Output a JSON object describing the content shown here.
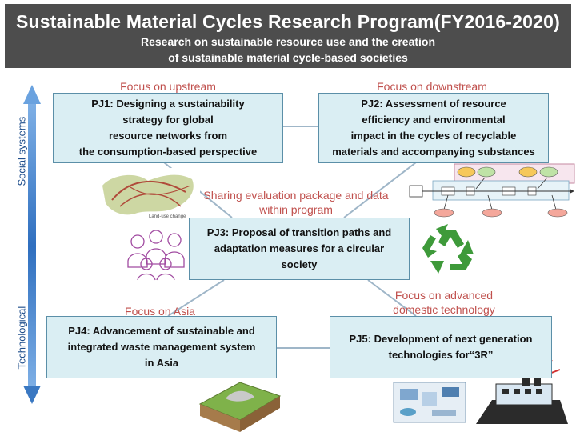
{
  "header": {
    "title": "Sustainable Material Cycles Research Program(FY2016-2020)",
    "subtitle_line1": "Research on sustainable resource use and the creation",
    "subtitle_line2": "of sustainable material cycle-based societies"
  },
  "axis": {
    "top_label": "Social systems",
    "bottom_label": "Technological"
  },
  "focus": {
    "upstream": "Focus on upstream",
    "downstream": "Focus on downstream",
    "asia": "Focus on Asia",
    "advanced_line1": "Focus on advanced",
    "advanced_line2": "domestic technology"
  },
  "sharing": {
    "line1": "Sharing evaluation package and data",
    "line2": "within program"
  },
  "projects": {
    "pj1": [
      "PJ1: Designing a sustainability",
      "strategy for global",
      "resource networks from",
      "the consumption-based  perspective"
    ],
    "pj2": [
      "PJ2: Assessment of resource",
      "efficiency and environmental",
      "impact in the cycles of recyclable",
      "materials and accompanying substances"
    ],
    "pj3": [
      "PJ3: Proposal of transition paths and",
      "adaptation  measures for a circular",
      "society"
    ],
    "pj4": [
      "PJ4: Advancement of sustainable and",
      "integrated waste management system",
      "in Asia"
    ],
    "pj5": [
      "PJ5: Development of next generation",
      "technologies for“3R”"
    ]
  },
  "colors": {
    "header_bg": "#4d4d4d",
    "box_fill": "#daeef3",
    "box_border": "#5b8fa8",
    "focus_text": "#c0504d",
    "axis_arrow": "#3a78c2"
  }
}
